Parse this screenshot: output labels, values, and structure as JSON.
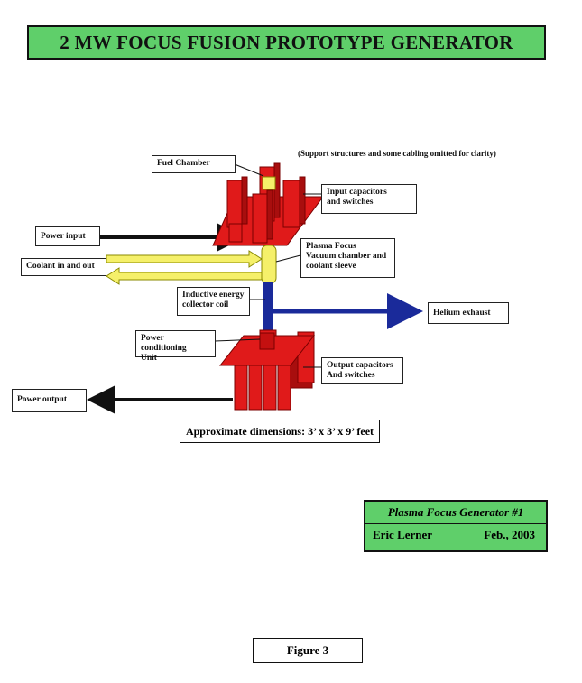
{
  "title": "2 MW FOCUS FUSION PROTOTYPE GENERATOR",
  "note": "(Support structures and some cabling omitted for clarity)",
  "labels": {
    "fuel_chamber": "Fuel Chamber",
    "input_caps_line1": "Input capacitors",
    "input_caps_line2": "and switches",
    "power_input": "Power input",
    "plasma_line1": "Plasma Focus",
    "plasma_line2": "Vacuum chamber and",
    "plasma_line3": "coolant sleeve",
    "coolant": "Coolant in and out",
    "inductive_line1": "Inductive energy",
    "inductive_line2": "collector coil",
    "helium": "Helium exhaust",
    "power_cond_line1": "Power conditioning",
    "power_cond_line2": "Unit",
    "output_caps_line1": "Output capacitors",
    "output_caps_line2": "And switches",
    "power_output": "Power output"
  },
  "dimensions": "Approximate dimensions: 3’ x 3’ x 9’ feet",
  "info_box": {
    "title": "Plasma Focus Generator #1",
    "author": "Eric Lerner",
    "date": "Feb., 2003"
  },
  "figure_label": "Figure 3",
  "colors": {
    "banner_green": "#5fcf6a",
    "capacitor_red": "#e01a1a",
    "coolant_yellow": "#f5f06a",
    "collector_blue": "#1a2a9a",
    "arrow_black": "#111111"
  }
}
